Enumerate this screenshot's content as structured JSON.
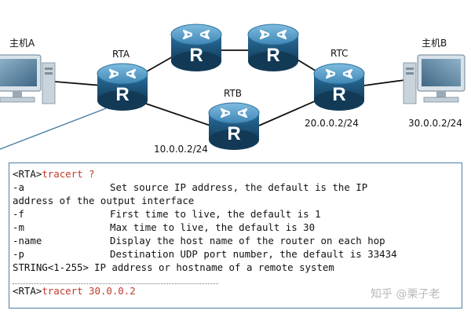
{
  "nodes": {
    "host_a": {
      "label": "主机A"
    },
    "host_b": {
      "label": "主机B"
    },
    "rta": {
      "label": "RTA",
      "icon_letter": "R"
    },
    "rtb": {
      "label": "RTB",
      "icon_letter": "R"
    },
    "rtc": {
      "label": "RTC",
      "icon_letter": "R"
    },
    "top_left_router": {
      "icon_letter": "R"
    },
    "top_right_router": {
      "icon_letter": "R"
    }
  },
  "networks": {
    "net_10": "10.0.0.2/24",
    "net_20": "20.0.0.2/24",
    "net_30": "30.0.0.2/24"
  },
  "console": {
    "line1_prompt": "<RTA>",
    "line1_cmd": "tracert ?",
    "options": [
      {
        "opt": "-a",
        "desc": "Set source IP address, the default is the IP"
      },
      {
        "opt": "",
        "desc": "address of the output interface",
        "full": true
      },
      {
        "opt": "-f",
        "desc": "First time to live, the default is 1"
      },
      {
        "opt": "-m",
        "desc": "Max time to live, the default is 30"
      },
      {
        "opt": "-name",
        "desc": "Display the host name of the router on each hop"
      },
      {
        "opt": "-p",
        "desc": "Destination UDP port number, the default is 33434"
      },
      {
        "opt": "STRING<1-255>",
        "desc": "IP address or hostname of a remote system",
        "compact": true
      }
    ],
    "last_prompt": "<RTA>",
    "last_cmd": "tracert 30.0.0.2"
  },
  "watermark": "知乎 @栗子老",
  "colors": {
    "router_dark": "#1c5a82",
    "router_light": "#5da5cf",
    "link": "#111111",
    "console_border": "#4a7fa4",
    "command_red": "#c0392b"
  }
}
